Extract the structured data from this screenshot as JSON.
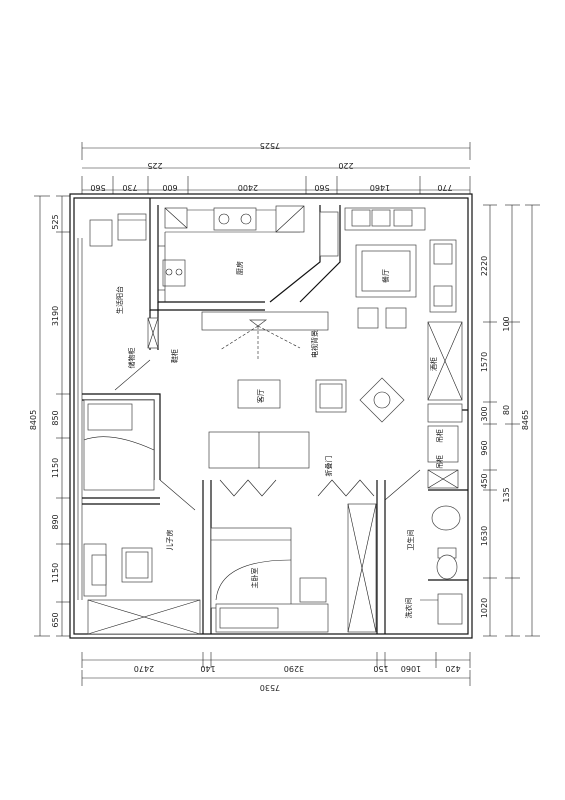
{
  "top_dims": {
    "overall": "7525",
    "upper_left": "225",
    "upper_right": "220",
    "segments": [
      "560",
      "730",
      "600",
      "2400",
      "560",
      "1460",
      "770"
    ]
  },
  "bottom_dims": {
    "overall": "7530",
    "segments": [
      "2470",
      "140",
      "3290",
      "150",
      "1060",
      "420"
    ]
  },
  "left_dims": {
    "overall": "8405",
    "segments": [
      "525",
      "3190",
      "850",
      "1150",
      "890",
      "1150",
      "650"
    ]
  },
  "right_dims": {
    "overall": "8465",
    "inner": [
      "2220",
      "1570",
      "300",
      "960",
      "450",
      "1630",
      "1020"
    ],
    "outer": [
      "100",
      "80",
      "135"
    ]
  },
  "rooms": {
    "kitchen": "厨房",
    "dining": "餐厅",
    "balcony": "生活阳台",
    "living": "客厅",
    "kids_room": "儿子房",
    "master": "主卧室",
    "bathroom": "卫生间",
    "wash": "洗衣间",
    "shoe_cabinet": "鞋柜",
    "tv_wall": "电视背景",
    "sliding_door": "折叠门",
    "wine_cabinet": "酒柜",
    "cabinet_a": "吊柜",
    "cabinet_b": "吊柜",
    "storage": "储物柜"
  }
}
